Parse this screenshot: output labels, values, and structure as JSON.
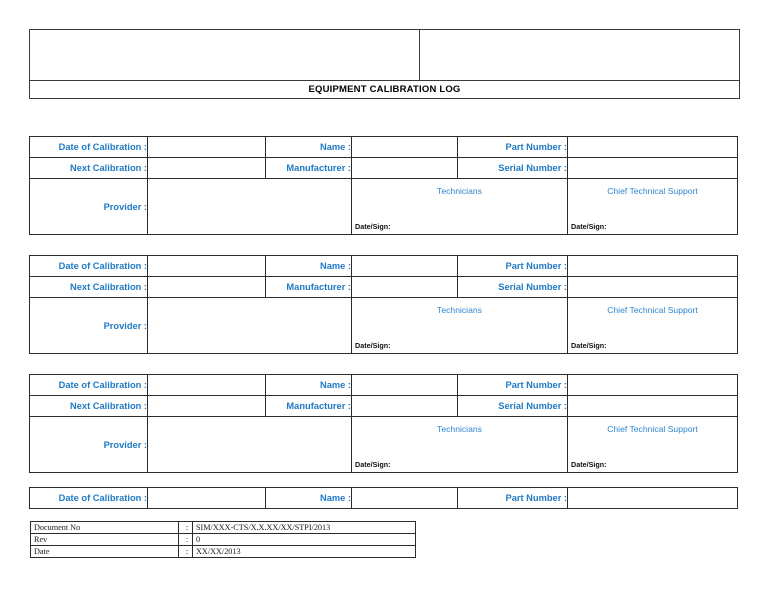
{
  "document": {
    "title": "EQUIPMENT CALIBRATION LOG",
    "header": {
      "left_cell": "",
      "right_cell": ""
    }
  },
  "labels": {
    "date_of_calibration": "Date of Calibration :",
    "next_calibration": "Next Calibration :",
    "provider": "Provider :",
    "name": "Name :",
    "manufacturer": "Manufacturer :",
    "part_number": "Part Number :",
    "serial_number": "Serial Number :",
    "technicians": "Technicians",
    "chief_technical_support": "Chief Technical Support",
    "date_sign": "Date/Sign:"
  },
  "blocks": [
    {
      "date_of_calibration_value": "",
      "next_calibration_value": "",
      "provider_value": "",
      "name_value": "",
      "manufacturer_value": "",
      "part_number_value": "",
      "serial_number_value": "",
      "technicians_sign": "",
      "chief_sign": ""
    },
    {
      "date_of_calibration_value": "",
      "next_calibration_value": "",
      "provider_value": "",
      "name_value": "",
      "manufacturer_value": "",
      "part_number_value": "",
      "serial_number_value": "",
      "technicians_sign": "",
      "chief_sign": ""
    },
    {
      "date_of_calibration_value": "",
      "next_calibration_value": "",
      "provider_value": "",
      "name_value": "",
      "manufacturer_value": "",
      "part_number_value": "",
      "serial_number_value": "",
      "technicians_sign": "",
      "chief_sign": ""
    }
  ],
  "partial_block": {
    "date_of_calibration_value": "",
    "name_value": "",
    "part_number_value": ""
  },
  "doc_info": {
    "rows": [
      {
        "label": "Document No",
        "colon": ":",
        "value": "SIM/XXX-CTS/X.X.XX/XX/STPI/2013"
      },
      {
        "label": "Rev",
        "colon": ":",
        "value": "0"
      },
      {
        "label": "Date",
        "colon": ":",
        "value": "XX/XX/2013"
      }
    ]
  },
  "colors": {
    "label_blue": "#1F7AC4",
    "signature_blue": "#2E86D0",
    "doc_value_red": "#E8301B",
    "border": "#2b2b2b",
    "title_black": "#000000"
  }
}
